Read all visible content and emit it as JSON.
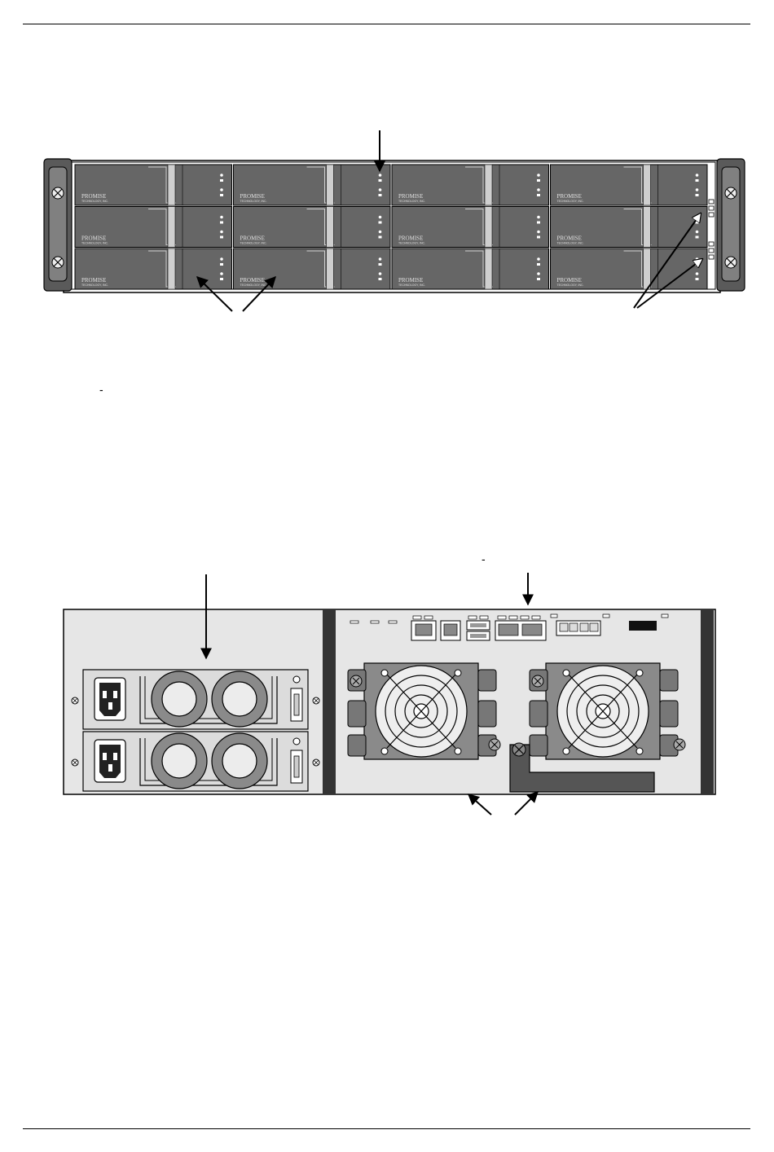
{
  "page": {
    "left_marker": "-",
    "right_marker": "-"
  },
  "front_panel": {
    "drive_count": 12,
    "rows": 3,
    "columns": 4,
    "drive_brand": "PROMISE",
    "drive_brand_sub": "TECHNOLOGY, INC."
  },
  "rear_panel": {
    "power_supply_count": 2,
    "fan_count": 2
  },
  "colors": {
    "line": "#000000",
    "chassis": "#e6e6e6",
    "drive_carrier": "#666666",
    "dark_panel": "#555555",
    "ear": "#5a5a5a"
  }
}
